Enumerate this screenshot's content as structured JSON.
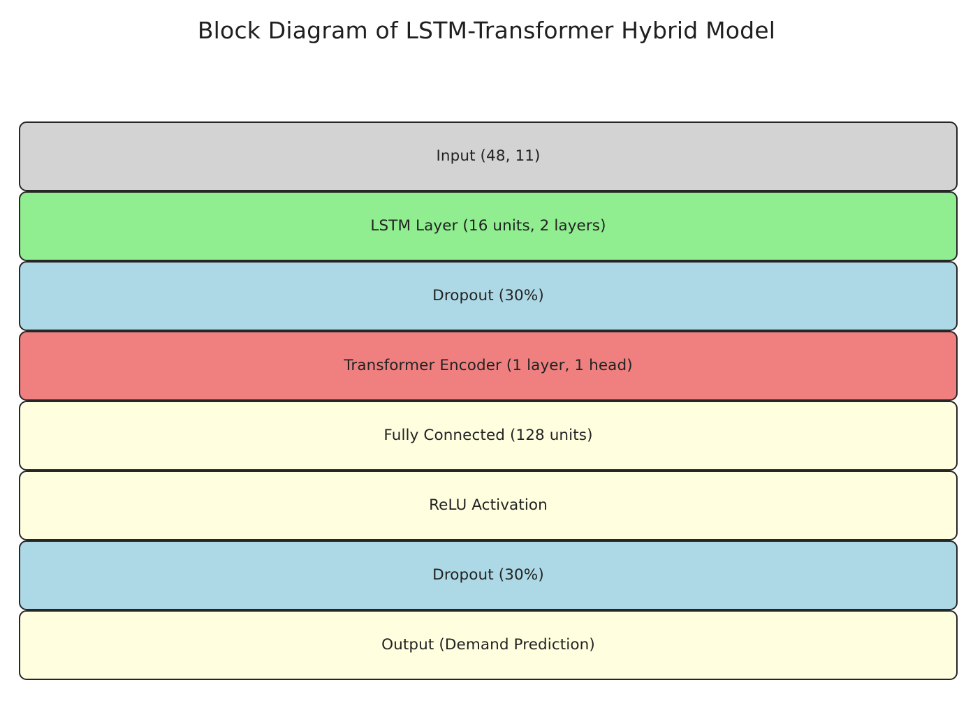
{
  "figure": {
    "title": "Block Diagram of LSTM-Transformer Hybrid Model",
    "background_color": "#ffffff",
    "border_color": "#262626",
    "text_color": "#222222"
  },
  "chart_data": {
    "type": "diagram",
    "title": "Block Diagram of LSTM-Transformer Hybrid Model",
    "layout": "vertical-stack",
    "categories": [
      "Input (48, 11)",
      "LSTM Layer (16 units, 2 layers)",
      "Dropout (30%)",
      "Transformer Encoder (1 layer, 1 head)",
      "Fully Connected (128 units)",
      "ReLU Activation",
      "Dropout (30%)",
      "Output (Demand Prediction)"
    ],
    "colors": [
      "#d3d3d3",
      "#90ee90",
      "#add8e6",
      "#f08080",
      "#ffffe0",
      "#ffffe0",
      "#add8e6",
      "#ffffe0"
    ],
    "xlabel": "",
    "ylabel": "",
    "grid": false,
    "legend": false
  },
  "blocks": [
    {
      "label": "Input (48, 11)",
      "color": "#d3d3d3",
      "role": "input"
    },
    {
      "label": "LSTM Layer (16 units, 2 layers)",
      "color": "#90ee90",
      "role": "lstm"
    },
    {
      "label": "Dropout (30%)",
      "color": "#add8e6",
      "role": "dropout-1"
    },
    {
      "label": "Transformer Encoder (1 layer, 1 head)",
      "color": "#f08080",
      "role": "transformer"
    },
    {
      "label": "Fully Connected (128 units)",
      "color": "#ffffe0",
      "role": "fully-connected"
    },
    {
      "label": "ReLU Activation",
      "color": "#ffffe0",
      "role": "relu"
    },
    {
      "label": "Dropout (30%)",
      "color": "#add8e6",
      "role": "dropout-2"
    },
    {
      "label": "Output (Demand Prediction)",
      "color": "#ffffe0",
      "role": "output"
    }
  ]
}
